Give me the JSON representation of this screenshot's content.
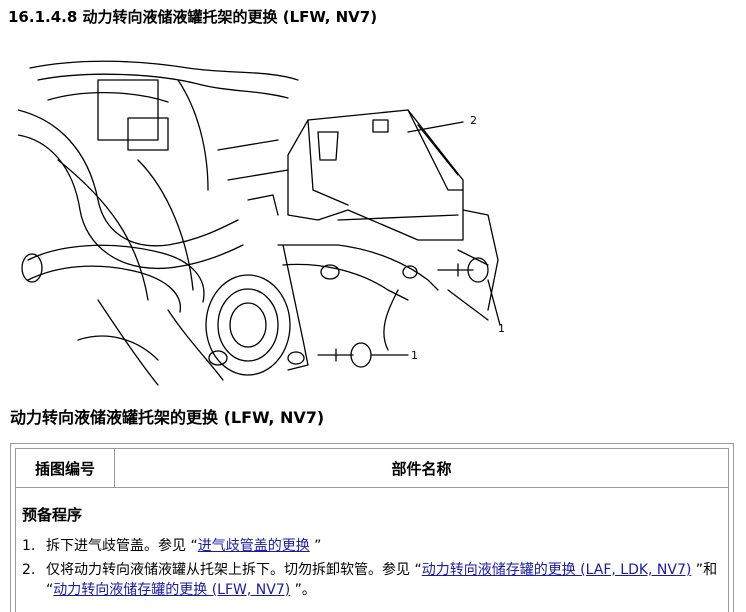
{
  "page": {
    "title": "16.1.4.8 动力转向液储液罐托架的更换  (LFW, NV7)"
  },
  "figure": {
    "callouts": [
      "2",
      "1",
      "1"
    ]
  },
  "section": {
    "title": "动力转向液储液罐托架的更换  (LFW, NV7)"
  },
  "table": {
    "col_illustration": "插图编号",
    "col_part_name": "部件名称"
  },
  "procedure": {
    "title": "预备程序",
    "steps": [
      {
        "number": "1.",
        "text_before": "拆下进气歧管盖。参见 “",
        "link1": "进气歧管盖的更换",
        "text_after": " ”"
      },
      {
        "number": "2.",
        "text_before": "仅将动力转向液储液罐从托架上拆下。切勿拆卸软管。参见 “",
        "link1": "动力转向液储存罐的更换 (LAF, LDK, NV7)",
        "text_middle": " ”和 “",
        "link2": "动力转向液储存罐的更换 (LFW, NV7)",
        "text_after": " ”。"
      }
    ]
  }
}
